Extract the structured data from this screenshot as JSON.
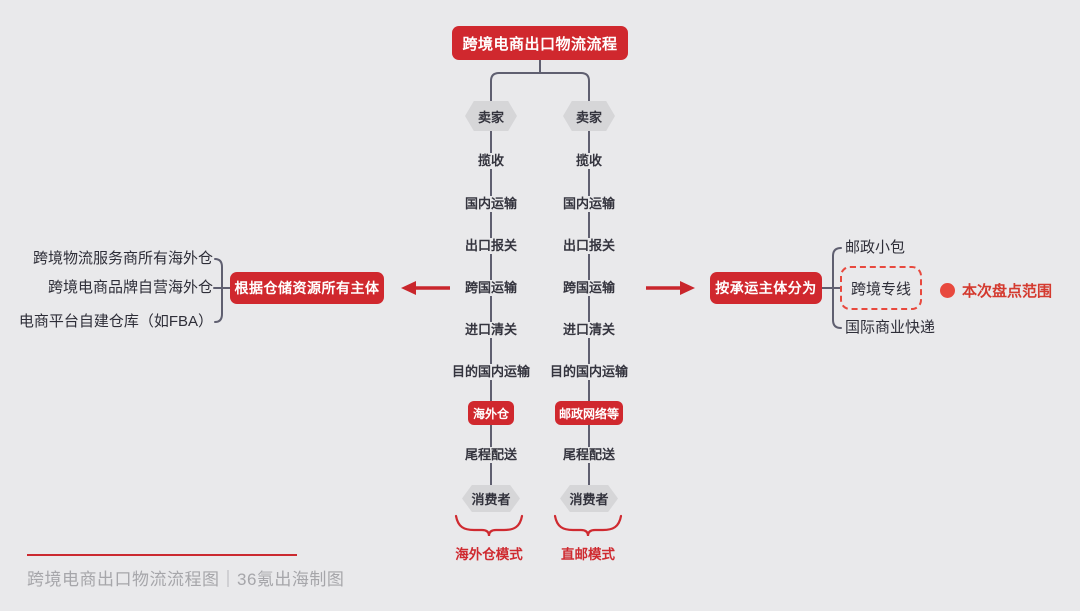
{
  "title": "跨境电商出口物流流程",
  "columns": {
    "left": {
      "top": "卖家",
      "steps": [
        "揽收",
        "国内运输",
        "出口报关",
        "跨国运输",
        "进口清关",
        "目的国内运输"
      ],
      "hub": "海外仓",
      "final_step": "尾程配送",
      "bottom": "消费者",
      "mode": "海外仓模式"
    },
    "right": {
      "top": "卖家",
      "steps": [
        "揽收",
        "国内运输",
        "出口报关",
        "跨国运输",
        "进口清关",
        "目的国内运输"
      ],
      "hub": "邮政网络等",
      "final_step": "尾程配送",
      "bottom": "消费者",
      "mode": "直邮模式"
    }
  },
  "left_panel": {
    "box_label": "根据仓储资源所有主体",
    "items": [
      "跨境物流服务商所有海外仓",
      "跨境电商品牌自营海外仓",
      "电商平台自建仓库（如FBA）"
    ]
  },
  "right_panel": {
    "box_label": "按承运主体分为",
    "items": [
      "邮政小包",
      "跨境专线",
      "国际商业快递"
    ],
    "highlighted_item": "跨境专线",
    "scope_label": "本次盘点范围"
  },
  "footer": "跨境电商出口物流流程图｜36氪出海制图",
  "colors": {
    "background": "#e9e9eb",
    "red_primary": "#d0282e",
    "red_accent": "#e8493e",
    "red_text": "#d43a2f",
    "line_gray": "#5f5f70",
    "hexagon_fill": "#d6d6d8",
    "text_dark": "#2e2e38",
    "footer_gray": "#a6a6aa"
  }
}
